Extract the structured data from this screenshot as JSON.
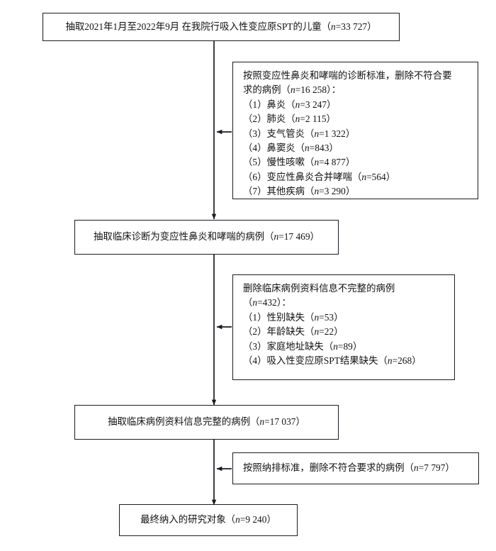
{
  "diagram": {
    "type": "flowchart",
    "title": "",
    "orientation": "top-to-bottom",
    "style": {
      "box_border_color": "#1b1b23",
      "box_fill_color": "#ffffff",
      "connector_color": "#1b1b23",
      "text_color": "#111111"
    },
    "nodes": [
      {
        "id": "n1",
        "role": "source-population",
        "lines": [
          "抽取2021年1月至2022年9月 在我院行吸入性变应原SPT的儿童（n=33 727）"
        ]
      },
      {
        "id": "n2",
        "role": "exclusion-diagnostic-criteria",
        "lines": [
          "按照变应性鼻炎和哮喘的诊断标准，删除不符合要",
          "求的病例（n=16 258）：",
          "（1）鼻炎（n=3 247）",
          "（2）肺炎（n=2 115）",
          "（3）支气管炎（n=1 322）",
          "（4）鼻窦炎（n=843）",
          "（5）慢性咳嗽（n=4 877）",
          "（6）变应性鼻炎合并哮喘（n=564）",
          "（7）其他疾病（n=3 290）"
        ]
      },
      {
        "id": "n3",
        "role": "clinically-diagnosed-cases",
        "lines": [
          "抽取临床诊断为变应性鼻炎和哮喘的病例（n=17 469）"
        ]
      },
      {
        "id": "n4",
        "role": "exclusion-incomplete-records",
        "lines": [
          "删除临床病例资料信息不完整的病例",
          "（n=432）：",
          "（1）性别缺失（n=53）",
          "（2）年龄缺失（n=22）",
          "（3）家庭地址缺失（n=89）",
          "（4）吸入性变应原SPT结果缺失（n=268）"
        ]
      },
      {
        "id": "n5",
        "role": "complete-records-cases",
        "lines": [
          "抽取临床病例资料信息完整的病例（n=17 037）"
        ]
      },
      {
        "id": "n6",
        "role": "exclusion-inclusion-criteria",
        "lines": [
          "按照纳排标准，删除不符合要求的病例（n=7 797）"
        ]
      },
      {
        "id": "n7",
        "role": "final-study-population",
        "lines": [
          "最终纳入的研究对象（n=9 240）"
        ]
      }
    ],
    "counts": {
      "source_total": "33 727",
      "excluded_diagnostic_total": "16 258",
      "excluded_rhinitis": "3 247",
      "excluded_pneumonia": "2 115",
      "excluded_bronchitis": "1 322",
      "excluded_sinusitis": "843",
      "excluded_chronic_cough": "4 877",
      "excluded_ar_with_asthma": "564",
      "excluded_other_diseases": "3 290",
      "diagnosed_total": "17 469",
      "excluded_incomplete_total": "432",
      "excluded_missing_sex": "53",
      "excluded_missing_age": "22",
      "excluded_missing_address": "89",
      "excluded_missing_spt": "268",
      "complete_total": "17 037",
      "excluded_criteria_total": "7 797",
      "final_total": "9 240"
    }
  }
}
